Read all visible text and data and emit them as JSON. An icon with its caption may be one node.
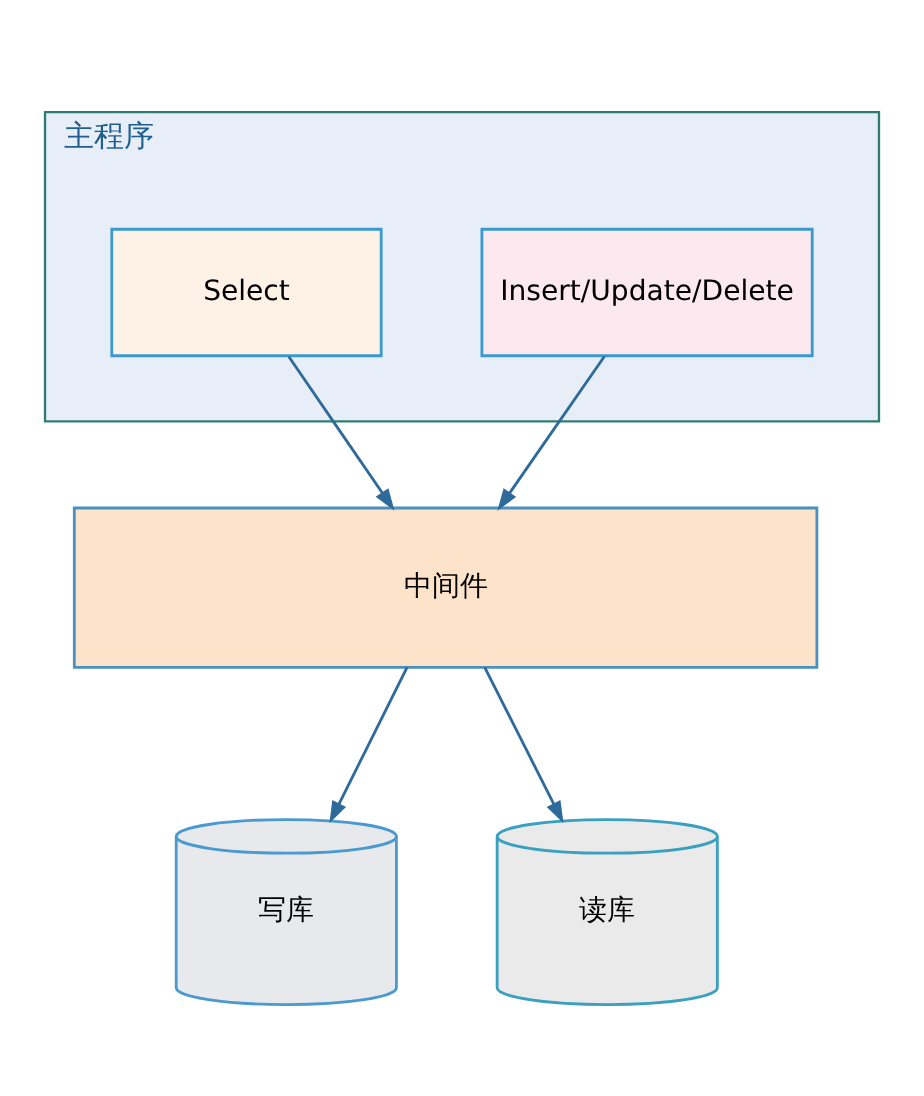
{
  "diagram": {
    "nodes": [
      {
        "text": [
          "主程序"
        ]
      },
      {
        "text": [
          "Select"
        ],
        "in": 0
      },
      {
        "text": [
          "Insert/Update/Delete"
        ],
        "in": 0
      },
      {
        "text": [
          "中间件"
        ]
      },
      {
        "text": [
          "写库"
        ]
      },
      {
        "text": [
          "读库"
        ]
      }
    ],
    "edges": [
      {
        "from": 1,
        "to": 3,
        "arrow": "to"
      },
      {
        "from": 2,
        "to": 3,
        "arrow": "to"
      },
      {
        "from": 3,
        "to": 4,
        "arrow": "to"
      },
      {
        "from": 3,
        "to": 5,
        "arrow": "to"
      }
    ]
  }
}
